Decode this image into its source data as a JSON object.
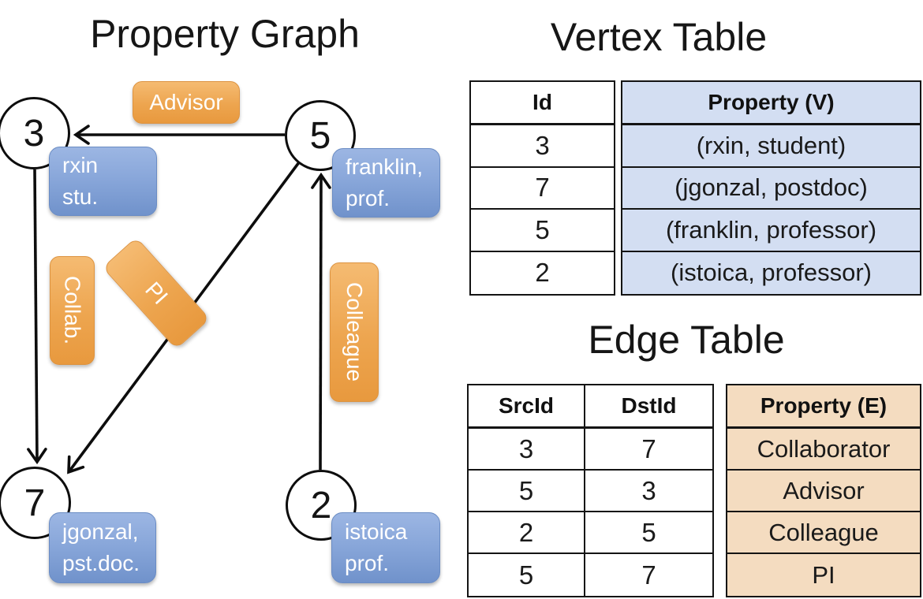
{
  "graph": {
    "title": "Property Graph",
    "nodes": [
      {
        "id": "3",
        "line1": "rxin",
        "line2": "stu."
      },
      {
        "id": "5",
        "line1": "franklin,",
        "line2": "prof."
      },
      {
        "id": "7",
        "line1": "jgonzal,",
        "line2": "pst.doc."
      },
      {
        "id": "2",
        "line1": "istoica",
        "line2": "prof."
      }
    ],
    "edge_labels": {
      "advisor": "Advisor",
      "collab": "Collab.",
      "pi": "PI",
      "colleague": "Colleague"
    }
  },
  "vertex_table": {
    "title": "Vertex Table",
    "columns": {
      "id": "Id",
      "property": "Property (V)"
    },
    "rows": [
      {
        "id": "3",
        "property": "(rxin, student)"
      },
      {
        "id": "7",
        "property": "(jgonzal, postdoc)"
      },
      {
        "id": "5",
        "property": "(franklin, professor)"
      },
      {
        "id": "2",
        "property": "(istoica, professor)"
      }
    ]
  },
  "edge_table": {
    "title": "Edge Table",
    "columns": {
      "src": "SrcId",
      "dst": "DstId",
      "property": "Property (E)"
    },
    "rows": [
      {
        "src": "3",
        "dst": "7",
        "property": "Collaborator"
      },
      {
        "src": "5",
        "dst": "3",
        "property": "Advisor"
      },
      {
        "src": "2",
        "dst": "5",
        "property": "Colleague"
      },
      {
        "src": "5",
        "dst": "7",
        "property": "PI"
      }
    ]
  },
  "colors": {
    "edge_label_orange": "#eda54f",
    "vertex_box_blue": "#7d9cd4",
    "vertex_table_fill": "#d3def2",
    "edge_table_fill": "#f4dcc0",
    "line_black": "#0d0d0d"
  }
}
